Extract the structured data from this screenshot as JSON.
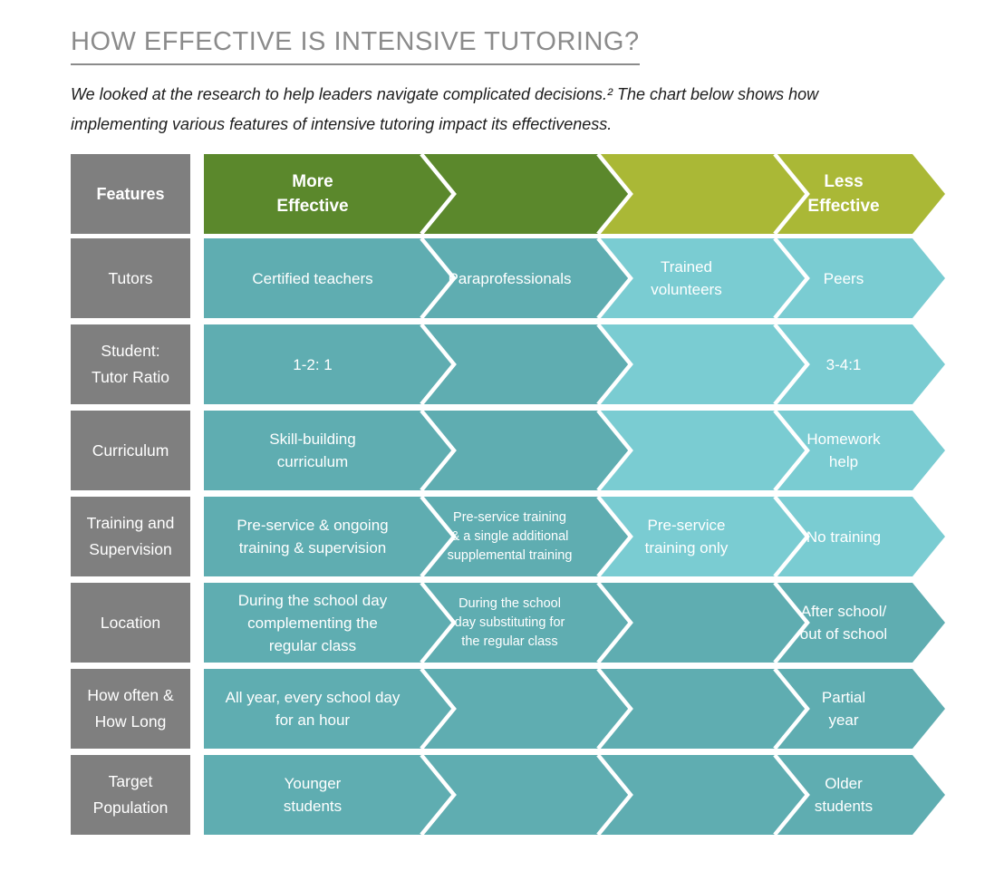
{
  "page": {
    "title": "HOW EFFECTIVE IS INTENSIVE TUTORING?",
    "subtitle": "We looked at the research to help leaders navigate complicated decisions.² The chart below shows how\nimplementing various features of intensive tutoring impact its effectiveness."
  },
  "colors": {
    "dark_green": "#5b882c",
    "yellow_green": "#aab836",
    "medium_teal": "#5fadb1",
    "light_teal": "#7accd2",
    "feature_gray": "#7f7f7f",
    "title_gray": "#8b8b8b",
    "separator_white": "#ffffff"
  },
  "table": {
    "header": {
      "feature": "Features",
      "cells": [
        {
          "text": "More\nEffective",
          "shade": "dark"
        },
        {
          "text": "",
          "shade": "dark"
        },
        {
          "text": "",
          "shade": "lightgreen"
        },
        {
          "text": "Less\nEffective",
          "shade": "lightgreen"
        }
      ]
    },
    "rows": [
      {
        "feature": "Tutors",
        "cells": [
          {
            "text": "Certified teachers",
            "shade": "medium"
          },
          {
            "text": "Paraprofessionals",
            "shade": "medium"
          },
          {
            "text": "Trained\nvolunteers",
            "shade": "light"
          },
          {
            "text": "Peers",
            "shade": "light"
          }
        ]
      },
      {
        "feature": "Student:\nTutor Ratio",
        "cells": [
          {
            "text": "1-2: 1",
            "shade": "medium"
          },
          {
            "text": "",
            "shade": "medium"
          },
          {
            "text": "",
            "shade": "light"
          },
          {
            "text": "3-4:1",
            "shade": "light"
          }
        ]
      },
      {
        "feature": "Curriculum",
        "cells": [
          {
            "text": "Skill-building\ncurriculum",
            "shade": "medium"
          },
          {
            "text": "",
            "shade": "medium"
          },
          {
            "text": "",
            "shade": "light"
          },
          {
            "text": "Homework\nhelp",
            "shade": "light"
          }
        ]
      },
      {
        "feature": "Training and\nSupervision",
        "cells": [
          {
            "text": "Pre-service & ongoing\ntraining & supervision",
            "shade": "medium"
          },
          {
            "text": "Pre-service training\n& a single additional\nsupplemental training",
            "shade": "medium",
            "small": true
          },
          {
            "text": "Pre-service\ntraining only",
            "shade": "light"
          },
          {
            "text": "No training",
            "shade": "light"
          }
        ]
      },
      {
        "feature": "Location",
        "cells": [
          {
            "text": "During the school day\ncomplementing the\nregular class",
            "shade": "medium"
          },
          {
            "text": "During the school\nday substituting for\nthe regular class",
            "shade": "medium",
            "small": true
          },
          {
            "text": "",
            "shade": "medium"
          },
          {
            "text": "After school/\nout of school",
            "shade": "medium"
          }
        ]
      },
      {
        "feature": "How often &\nHow Long",
        "cells": [
          {
            "text": "All year, every school day\nfor an hour",
            "shade": "medium"
          },
          {
            "text": "",
            "shade": "medium"
          },
          {
            "text": "",
            "shade": "medium"
          },
          {
            "text": "Partial\nyear",
            "shade": "medium"
          }
        ]
      },
      {
        "feature": "Target\nPopulation",
        "cells": [
          {
            "text": "Younger\nstudents",
            "shade": "medium"
          },
          {
            "text": "",
            "shade": "medium"
          },
          {
            "text": "",
            "shade": "medium"
          },
          {
            "text": "Older\nstudents",
            "shade": "medium"
          }
        ]
      }
    ]
  },
  "chart_data": {
    "type": "table",
    "title": "How effective is intensive tutoring?",
    "columns": [
      "Features",
      "More Effective",
      "",
      "",
      "Less Effective"
    ],
    "rows": [
      [
        "Tutors",
        "Certified teachers",
        "Paraprofessionals",
        "Trained volunteers",
        "Peers"
      ],
      [
        "Student: Tutor Ratio",
        "1-2: 1",
        "",
        "",
        "3-4:1"
      ],
      [
        "Curriculum",
        "Skill-building curriculum",
        "",
        "",
        "Homework help"
      ],
      [
        "Training and Supervision",
        "Pre-service & ongoing training & supervision",
        "Pre-service training & a single additional supplemental training",
        "Pre-service training only",
        "No training"
      ],
      [
        "Location",
        "During the school day complementing the regular class",
        "During the school day substituting for the regular class",
        "",
        "After school/ out of school"
      ],
      [
        "How often & How Long",
        "All year, every school day for an hour",
        "",
        "",
        "Partial year"
      ],
      [
        "Target Population",
        "Younger students",
        "",
        "",
        "Older students"
      ]
    ]
  }
}
